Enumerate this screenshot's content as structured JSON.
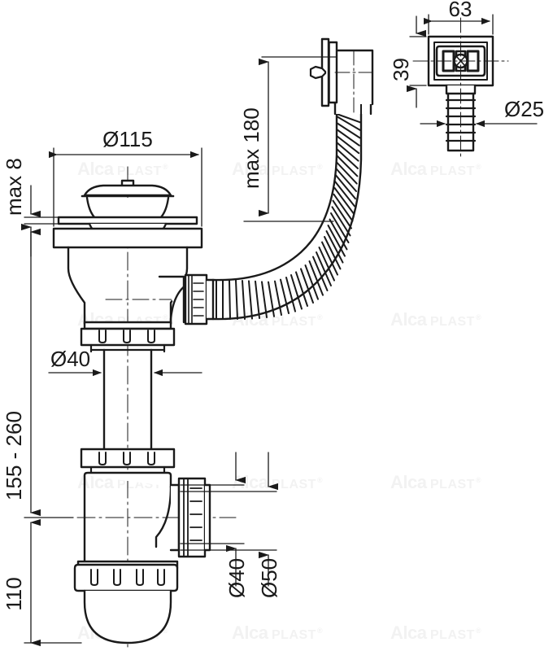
{
  "drawing": {
    "title": "Sink waste trap with overflow - technical dimension drawing",
    "line_color": "#1a1a1a",
    "background": "#ffffff",
    "watermark_color": "#f2f2f2",
    "watermark": {
      "bold_part": "Alca",
      "light_part": "PLAST",
      "mark": "®"
    }
  },
  "dimensions": {
    "strainer_flange_diameter": "Ø115",
    "sink_thickness_max": "max 8",
    "overflow_height_max": "max 180",
    "trap_height_range": "155 - 260",
    "trap_bottom_height": "110",
    "riser_pipe_diameter": "Ø40",
    "outlet_inner_diameter": "Ø40",
    "outlet_outer_diameter": "Ø50",
    "overflow_cover_width": "63",
    "overflow_cover_height": "39",
    "overflow_hose_diameter": "Ø25"
  },
  "parts": {
    "strainer_cap": "strainer-cap",
    "strainer_body": "strainer-body",
    "overflow_elbow": "overflow-elbow",
    "corrugated_hose": "corrugated-hose",
    "riser_pipe": "riser-pipe",
    "bottle_trap": "bottle-trap",
    "outlet_nut": "outlet-nut",
    "overflow_cover": "overflow-cover",
    "hose_barb": "hose-barb"
  }
}
